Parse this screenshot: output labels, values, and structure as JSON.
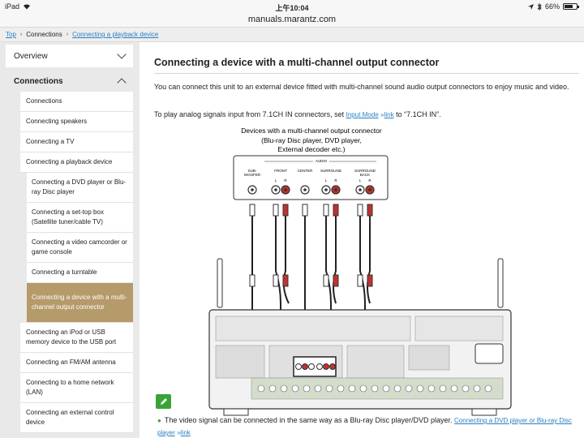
{
  "status": {
    "device": "iPad",
    "time": "上午10:04",
    "battery": "66%",
    "url": "manuals.marantz.com"
  },
  "breadcrumb": {
    "top": "Top",
    "connections": "Connections",
    "current": "Connecting a playback device"
  },
  "sidebar": {
    "overview": "Overview",
    "section": "Connections",
    "items": [
      "Connections",
      "Connecting speakers",
      "Connecting a TV",
      "Connecting a playback device"
    ],
    "subitems": [
      "Connecting a DVD player or Blu-ray Disc player",
      "Connecting a set-top box (Satellite tuner/cable TV)",
      "Connecting a video camcorder or game console",
      "Connecting a turntable",
      "Connecting a device with a multi-channel output connector"
    ],
    "more_items": [
      "Connecting an iPod or USB memory device to the USB port",
      "Connecting an FM/AM antenna",
      "Connecting to a home network (LAN)",
      "Connecting an external control device"
    ]
  },
  "main": {
    "title": "Connecting a device with a multi-channel output connector",
    "para1": "You can connect this unit to an external device fitted with multi-channel sound audio output connectors to enjoy music and video.",
    "para2_pre": "To play analog signals input from 7.1CH IN connectors, set ",
    "para2_link": "Input Mode",
    "para2_arrow": "»",
    "para2_link2": "link",
    "para2_post": " to “7.1CH IN”.",
    "note_text": "The video signal can be connected in the same way as a Blu-ray Disc player/DVD player. ",
    "note_link": "Connecting a DVD player or Blu-ray Disc player",
    "note_arrow": "»",
    "note_link2": "link"
  },
  "diagram": {
    "caption1": "Devices with a multi-channel output connector",
    "caption2": "(Blu-ray Disc player, DVD player,",
    "caption3": "External decoder etc.)",
    "audio_label": "AUDIO",
    "labels": {
      "subwoofer1": "SUB-",
      "subwoofer2": "WOOFER",
      "front": "FRONT",
      "center": "CENTER",
      "surround": "SURROUND",
      "surround_back1": "SURROUND",
      "surround_back2": "BACK",
      "l": "L",
      "r": "R"
    }
  },
  "colors": {
    "accent_active": "#b59a6a",
    "link": "#2a7fc1",
    "note_green": "#3aa335",
    "rca_red": "#c0322f"
  }
}
